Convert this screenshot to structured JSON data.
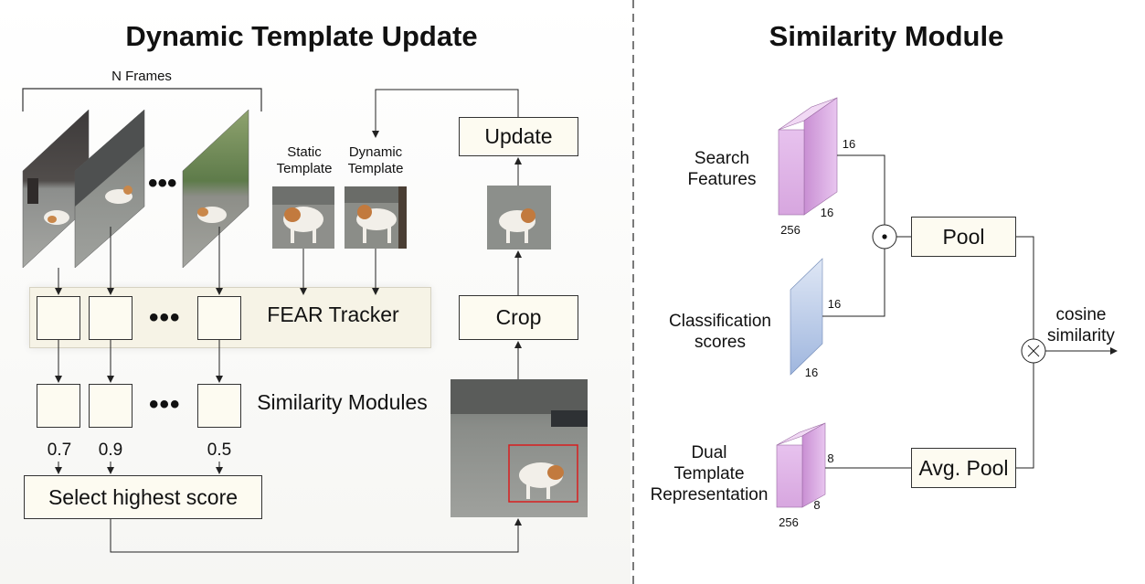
{
  "left_panel": {
    "title": "Dynamic Template Update",
    "n_frames_label": "N Frames",
    "static_template_label": "Static\nTemplate",
    "dynamic_template_label": "Dynamic\nTemplate",
    "fear_tracker_label": "FEAR Tracker",
    "similarity_modules_label": "Similarity Modules",
    "scores": [
      "0.7",
      "0.9",
      "0.5"
    ],
    "select_label": "Select highest score",
    "update_label": "Update",
    "crop_label": "Crop",
    "ellipsis": "•••"
  },
  "right_panel": {
    "title": "Similarity Module",
    "search_features_label": "Search\nFeatures",
    "classification_scores_label": "Classification\nscores",
    "dual_template_label": "Dual\nTemplate\nRepresentation",
    "pool_label": "Pool",
    "avg_pool_label": "Avg. Pool",
    "cosine_label": "cosine\nsimilarity",
    "search_dims": [
      "16",
      "16",
      "256"
    ],
    "class_dims": [
      "16",
      "16"
    ],
    "dual_dims": [
      "8",
      "8",
      "256"
    ]
  },
  "colors": {
    "box_fill": "#fdfbf1",
    "band_fill": "#f6f3e6",
    "search_cuboid": "#e3b8ea",
    "class_plane": "#b3c7e8",
    "crop_box": "#d81e1e",
    "line": "#333333"
  }
}
